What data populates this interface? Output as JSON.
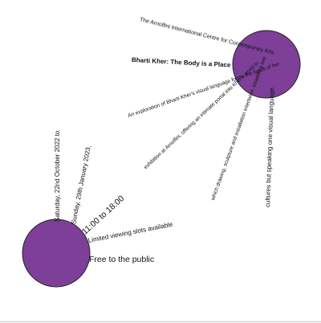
{
  "colors": {
    "circle_fill": "#7d3f98",
    "circle_stroke": "#222222",
    "background": "#ffffff",
    "text": "#111111"
  },
  "top_cluster": {
    "venue": "The Arnolfini International Centre for Contemporary Arts",
    "title": "Bharti Kher: The Body is a Place",
    "description_1": "An exploration of Bharti Kher's visual language forms the focus of her",
    "description_2": "exhibition at Arnolfini, offering an intimate portal into Kher's world in",
    "description_3": "which drawing, sculpture and installation intertwine, straddling two",
    "description_4": "cultures but speaking one visual language."
  },
  "bottom_cluster": {
    "start_date": "Saturday, 22nd October 2022 to",
    "end_date": "Sunday, 29th January 2023,",
    "hours": "11:00 to 18:00",
    "viewing": "Limited viewing slots available",
    "price": "Free to the public"
  }
}
